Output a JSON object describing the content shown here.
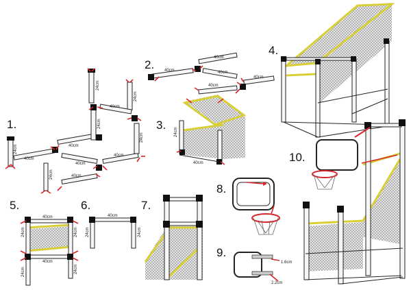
{
  "steps": [
    {
      "number": "1."
    },
    {
      "number": "2."
    },
    {
      "number": "3."
    },
    {
      "number": "4."
    },
    {
      "number": "5."
    },
    {
      "number": "6."
    },
    {
      "number": "7."
    },
    {
      "number": "8."
    },
    {
      "number": "9."
    },
    {
      "number": "10."
    }
  ],
  "dimensions": {
    "len40": "40cm",
    "len24": "24cm",
    "bolt16": "1.6cm",
    "bolt22": "2.2cm"
  },
  "colors": {
    "pipe": "#f6f6f6",
    "joint": "#111111",
    "arrow": "#d8262a",
    "net_trim": "#d7cf35",
    "rim": "#d8262a"
  }
}
